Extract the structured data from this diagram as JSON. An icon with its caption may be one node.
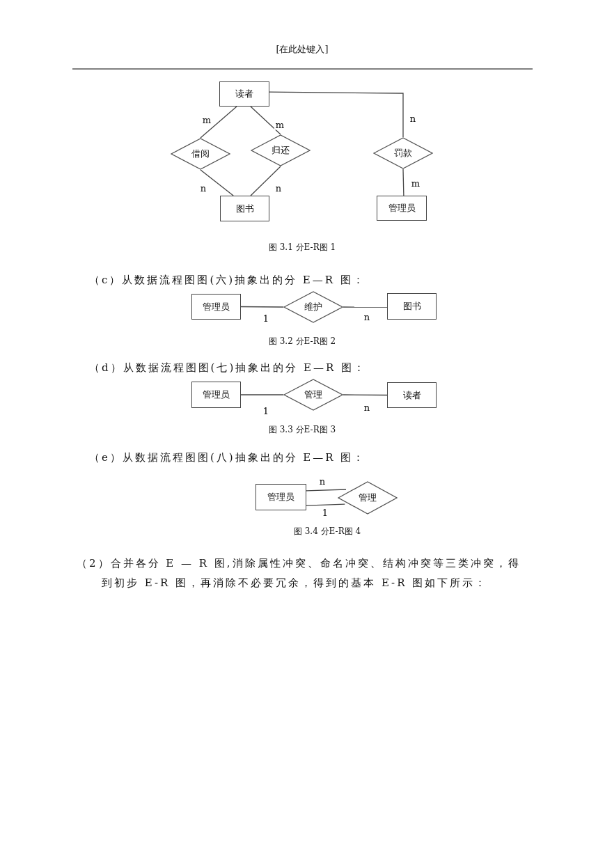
{
  "diagram": {
    "nodes": [
      {
        "text": [
          "读者"
        ]
      },
      {
        "text": [
          "借阅"
        ]
      },
      {
        "text": [
          "归还"
        ]
      },
      {
        "text": [
          "罚款"
        ]
      },
      {
        "text": [
          "图书"
        ]
      },
      {
        "text": [
          "管理员"
        ]
      },
      {
        "text": [
          "管理员"
        ]
      },
      {
        "text": [
          "维护"
        ]
      },
      {
        "text": [
          "图书"
        ]
      },
      {
        "text": [
          "管理员"
        ]
      },
      {
        "text": [
          "管理"
        ]
      },
      {
        "text": [
          "读者"
        ]
      },
      {
        "text": [
          "管理员"
        ]
      },
      {
        "text": [
          "管理"
        ]
      }
    ],
    "edges": [
      {
        "from": 0,
        "to": 1,
        "arrow": "none",
        "label": "m"
      },
      {
        "from": 0,
        "to": 2,
        "arrow": "none",
        "label": "m"
      },
      {
        "from": 1,
        "to": 4,
        "arrow": "none",
        "label": "n"
      },
      {
        "from": 2,
        "to": 4,
        "arrow": "none",
        "label": "n"
      },
      {
        "from": 0,
        "to": 3,
        "arrow": "none",
        "label": "n"
      },
      {
        "from": 3,
        "to": 5,
        "arrow": "none",
        "label": "m"
      },
      {
        "from": 6,
        "to": 7,
        "arrow": "none",
        "label": "1"
      },
      {
        "from": 7,
        "to": 8,
        "arrow": "none",
        "label": "n"
      },
      {
        "from": 9,
        "to": 10,
        "arrow": "none",
        "label": "1"
      },
      {
        "from": 10,
        "to": 11,
        "arrow": "none",
        "label": "n"
      },
      {
        "from": 12,
        "to": 13,
        "arrow": "none",
        "label": "n"
      },
      {
        "from": 12,
        "to": 13,
        "arrow": "none",
        "label": "1"
      }
    ],
    "labels": [
      "[在此处键入]",
      "图 3.1 分E-R图 1",
      "（c）从数据流程图图(六)抽象出的分 E—R 图：",
      "图 3.2 分E-R图 2",
      "（d）从数据流程图图(七)抽象出的分 E—R 图：",
      "图 3.3 分E-R图 3",
      "（e）从数据流程图图(八)抽象出的分 E—R 图：",
      "图 3.4 分E-R图 4",
      "（2）合并各分 E — R 图,消除属性冲突、命名冲突、结构冲突等三类冲突，得到初步 E-R 图，再消除不必要冗余，得到的基本 E-R 图如下所示："
    ]
  }
}
